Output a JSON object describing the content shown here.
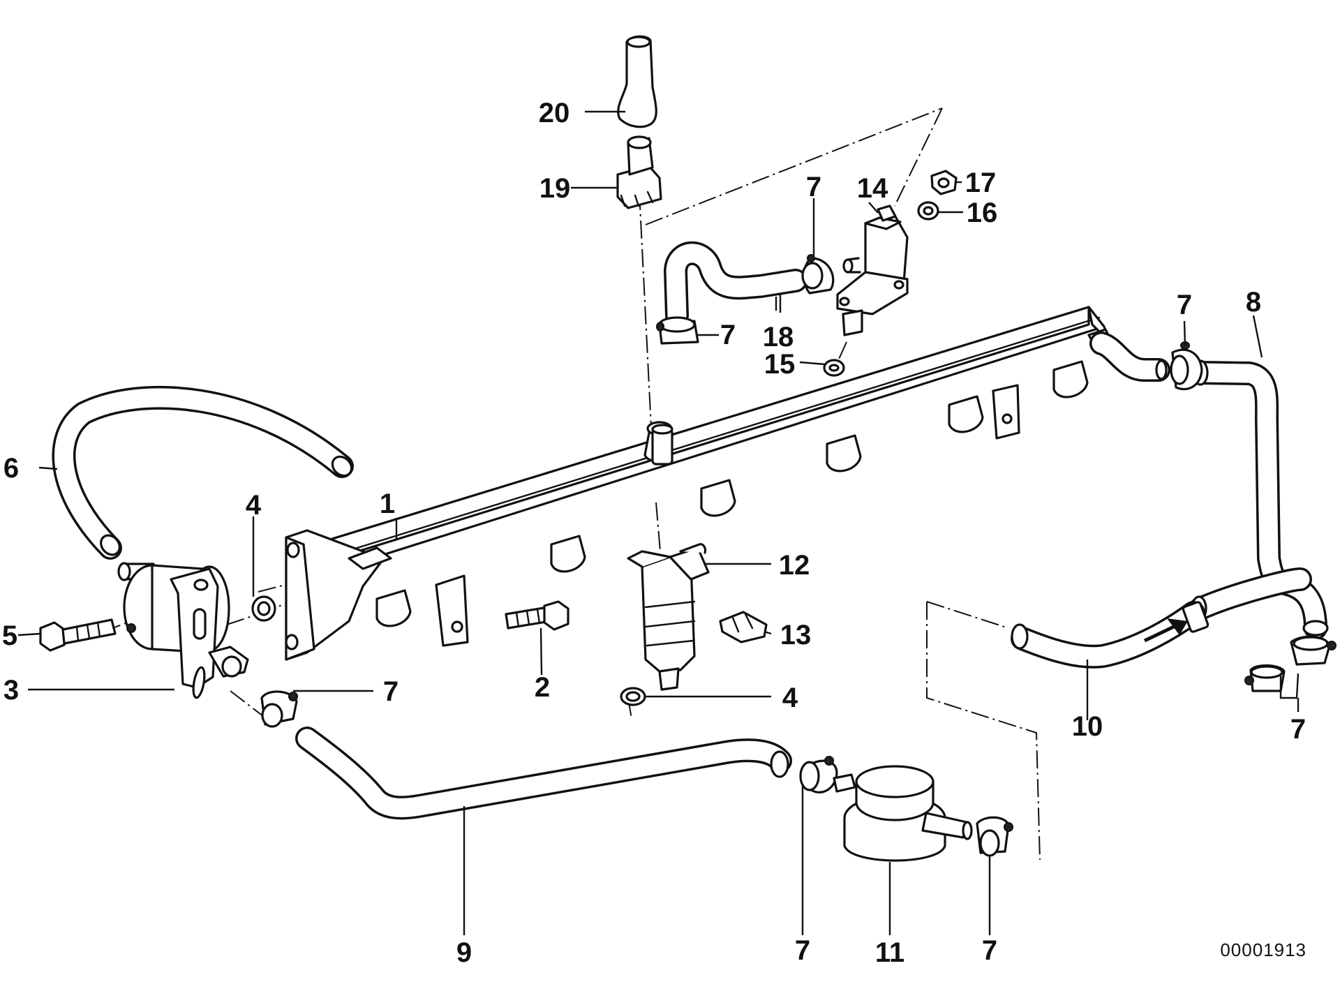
{
  "diagram": {
    "document_number": "00001913",
    "callouts": [
      {
        "id": "c1",
        "label": "1"
      },
      {
        "id": "c2",
        "label": "2"
      },
      {
        "id": "c3",
        "label": "3"
      },
      {
        "id": "c4a",
        "label": "4"
      },
      {
        "id": "c4b",
        "label": "4"
      },
      {
        "id": "c5",
        "label": "5"
      },
      {
        "id": "c6",
        "label": "6"
      },
      {
        "id": "c7a",
        "label": "7"
      },
      {
        "id": "c7b",
        "label": "7"
      },
      {
        "id": "c7c",
        "label": "7"
      },
      {
        "id": "c7d",
        "label": "7"
      },
      {
        "id": "c7e",
        "label": "7"
      },
      {
        "id": "c7f",
        "label": "7"
      },
      {
        "id": "c7g",
        "label": "7"
      },
      {
        "id": "c8",
        "label": "8"
      },
      {
        "id": "c9",
        "label": "9"
      },
      {
        "id": "c10",
        "label": "10"
      },
      {
        "id": "c11",
        "label": "11"
      },
      {
        "id": "c12",
        "label": "12"
      },
      {
        "id": "c13",
        "label": "13"
      },
      {
        "id": "c14",
        "label": "14"
      },
      {
        "id": "c15",
        "label": "15"
      },
      {
        "id": "c16",
        "label": "16"
      },
      {
        "id": "c17",
        "label": "17"
      },
      {
        "id": "c18",
        "label": "18"
      },
      {
        "id": "c19",
        "label": "19"
      },
      {
        "id": "c20",
        "label": "20"
      }
    ]
  }
}
